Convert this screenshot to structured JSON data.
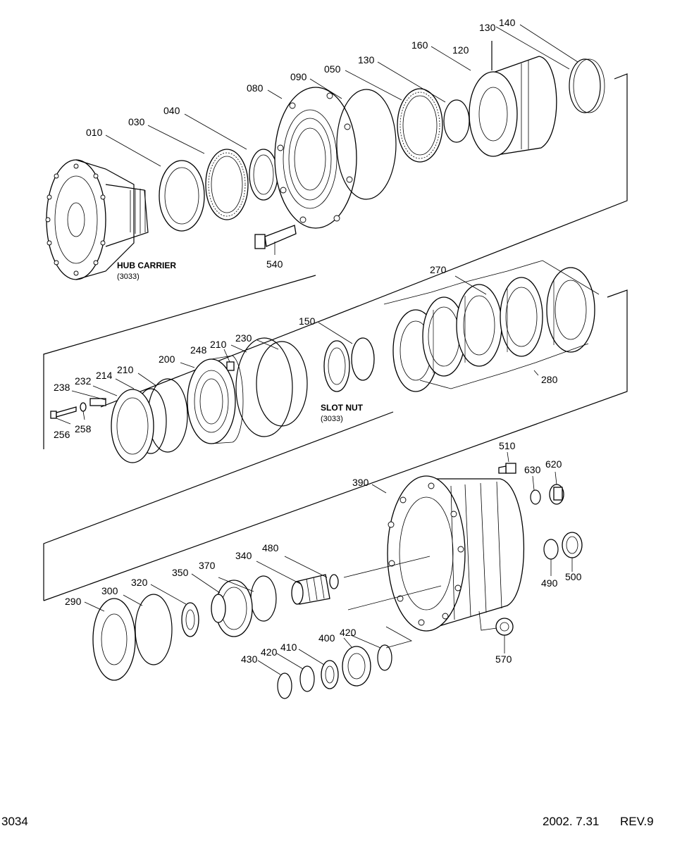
{
  "diagram": {
    "section_1": {
      "labels": [
        "010",
        "030",
        "040",
        "080",
        "090",
        "050",
        "130",
        "160",
        "120",
        "130",
        "140",
        "540"
      ],
      "hub_carrier": {
        "name": "HUB CARRIER",
        "ref": "(3033)"
      }
    },
    "section_2": {
      "labels": [
        "270",
        "150",
        "248",
        "210",
        "230",
        "200",
        "238",
        "232",
        "214",
        "210",
        "256",
        "258",
        "280"
      ],
      "slot_nut": {
        "name": "SLOT NUT",
        "ref": "(3033)"
      }
    },
    "section_3": {
      "labels": [
        "510",
        "630",
        "620",
        "390",
        "480",
        "340",
        "370",
        "350",
        "320",
        "300",
        "290",
        "490",
        "500",
        "410",
        "400",
        "420",
        "430",
        "420",
        "570"
      ]
    }
  },
  "footer": {
    "page_number": "3034",
    "date": "2002. 7.31",
    "revision": "REV.9"
  }
}
